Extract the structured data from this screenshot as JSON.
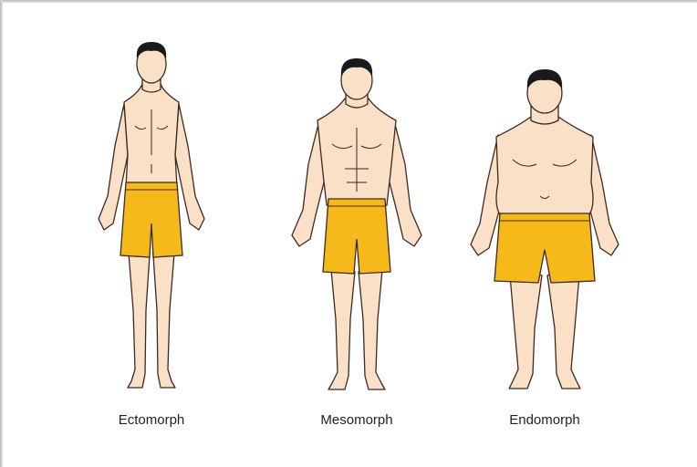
{
  "figures": [
    {
      "label": "Ectomorph"
    },
    {
      "label": "Mesomorph"
    },
    {
      "label": "Endomorph"
    }
  ],
  "colors": {
    "skin": "#fbe0c8",
    "hair": "#1a1a1a",
    "shorts": "#f6b91a",
    "outline": "#3a2a20",
    "background": "#ffffff"
  }
}
